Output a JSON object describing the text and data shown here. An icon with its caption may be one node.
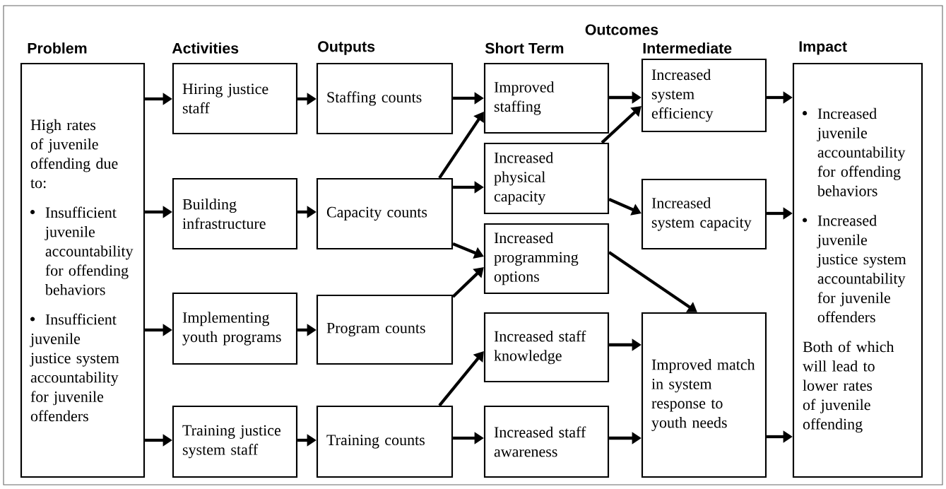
{
  "diagram": {
    "nodes": [
      {
        "text": [
          "High rates of juvenile offending due to:",
          "Insufficient juvenile accountability for offending behaviors",
          "Insufficient juvenile justice system accountability for juvenile offenders"
        ]
      },
      {
        "text": [
          "Hiring justice staff"
        ]
      },
      {
        "text": [
          "Building infrastructure"
        ]
      },
      {
        "text": [
          "Implementing youth programs"
        ]
      },
      {
        "text": [
          "Training justice system staff"
        ]
      },
      {
        "text": [
          "Staffing counts"
        ]
      },
      {
        "text": [
          "Capacity counts"
        ]
      },
      {
        "text": [
          "Program counts"
        ]
      },
      {
        "text": [
          "Training counts"
        ]
      },
      {
        "text": [
          "Improved staffing"
        ]
      },
      {
        "text": [
          "Increased physical capacity"
        ]
      },
      {
        "text": [
          "Increased programming options"
        ]
      },
      {
        "text": [
          "Increased staff knowledge"
        ]
      },
      {
        "text": [
          "Increased staff awareness"
        ]
      },
      {
        "text": [
          "Increased system efficiency"
        ]
      },
      {
        "text": [
          "Increased system capacity"
        ]
      },
      {
        "text": [
          "Improved match in system response to youth needs"
        ]
      },
      {
        "text": [
          "Increased juvenile accountability for offending behaviors",
          "Increased juvenile justice system accountability for juvenile offenders",
          "Both of which will lead to lower rates of juvenile offending"
        ]
      }
    ],
    "edges": [
      {
        "from": 0,
        "to": 1,
        "arrow": "to"
      },
      {
        "from": 0,
        "to": 2,
        "arrow": "to"
      },
      {
        "from": 0,
        "to": 3,
        "arrow": "to"
      },
      {
        "from": 0,
        "to": 4,
        "arrow": "to"
      },
      {
        "from": 1,
        "to": 5,
        "arrow": "to"
      },
      {
        "from": 2,
        "to": 6,
        "arrow": "to"
      },
      {
        "from": 3,
        "to": 7,
        "arrow": "to"
      },
      {
        "from": 4,
        "to": 8,
        "arrow": "to"
      },
      {
        "from": 5,
        "to": 9,
        "arrow": "to"
      },
      {
        "from": 6,
        "to": 9,
        "arrow": "to"
      },
      {
        "from": 6,
        "to": 10,
        "arrow": "to"
      },
      {
        "from": 6,
        "to": 11,
        "arrow": "to"
      },
      {
        "from": 7,
        "to": 11,
        "arrow": "to"
      },
      {
        "from": 8,
        "to": 12,
        "arrow": "to"
      },
      {
        "from": 8,
        "to": 13,
        "arrow": "to"
      },
      {
        "from": 9,
        "to": 14,
        "arrow": "to"
      },
      {
        "from": 10,
        "to": 14,
        "arrow": "to"
      },
      {
        "from": 10,
        "to": 15,
        "arrow": "to"
      },
      {
        "from": 11,
        "to": 16,
        "arrow": "to"
      },
      {
        "from": 12,
        "to": 16,
        "arrow": "to"
      },
      {
        "from": 13,
        "to": 16,
        "arrow": "to"
      },
      {
        "from": 14,
        "to": 17,
        "arrow": "to"
      },
      {
        "from": 15,
        "to": 17,
        "arrow": "to"
      },
      {
        "from": 16,
        "to": 17,
        "arrow": "to"
      }
    ],
    "labels": [
      "Outcomes",
      "Problem",
      "Activities",
      "Outputs",
      "Short Term",
      "Intermediate",
      "Impact"
    ]
  }
}
